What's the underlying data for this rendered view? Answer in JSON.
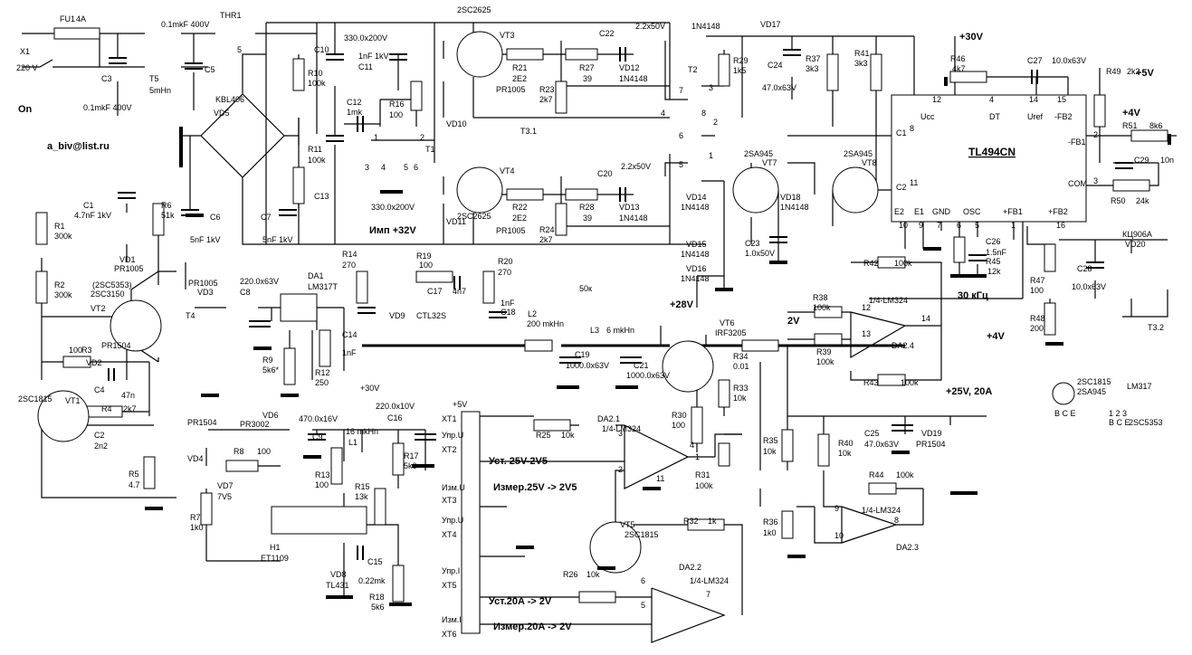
{
  "email": "a_biv@list.ru",
  "mains": {
    "connector": "X1",
    "voltage": "220 V",
    "switch": "On",
    "fuse": "FU1",
    "fuse_rating": "4A"
  },
  "labels": [
    {
      "id": "C3a",
      "text": "0.1mkF 400V"
    },
    {
      "id": "C3",
      "text": "C3"
    },
    {
      "id": "C3b",
      "text": "0.1mkF 400V"
    },
    {
      "id": "T5",
      "text": "T5"
    },
    {
      "id": "T5v",
      "text": "5mHn"
    },
    {
      "id": "C5",
      "text": "C5"
    },
    {
      "id": "THR1",
      "text": "THR1"
    },
    {
      "id": "THR1v",
      "text": "5"
    },
    {
      "id": "KBL",
      "text": "KBL406"
    },
    {
      "id": "VD5",
      "text": "VD5"
    },
    {
      "id": "C6",
      "text": "C6"
    },
    {
      "id": "C6v",
      "text": "5nF 1kV"
    },
    {
      "id": "C7",
      "text": "C7"
    },
    {
      "id": "C7v",
      "text": "5nF 1kV"
    },
    {
      "id": "C10",
      "text": "C10"
    },
    {
      "id": "C10v",
      "text": "330.0x200V"
    },
    {
      "id": "R10",
      "text": "R10"
    },
    {
      "id": "R10v",
      "text": "100k"
    },
    {
      "id": "R11",
      "text": "R11"
    },
    {
      "id": "R11v",
      "text": "100k"
    },
    {
      "id": "C13",
      "text": "C13"
    },
    {
      "id": "C11v",
      "text": "1nF 1kV"
    },
    {
      "id": "C11",
      "text": "C11"
    },
    {
      "id": "C12",
      "text": "C12"
    },
    {
      "id": "C12v",
      "text": "1mk"
    },
    {
      "id": "R16",
      "text": "R16"
    },
    {
      "id": "R16v",
      "text": "100"
    },
    {
      "id": "T1",
      "text": "T1"
    },
    {
      "id": "T1p1",
      "text": "1"
    },
    {
      "id": "T1p2",
      "text": "2"
    },
    {
      "id": "T1p3",
      "text": "3"
    },
    {
      "id": "T1p4",
      "text": "4"
    },
    {
      "id": "T1p5",
      "text": "5"
    },
    {
      "id": "T1p6",
      "text": "6"
    },
    {
      "id": "C13v",
      "text": "330.0x200V"
    },
    {
      "id": "imp",
      "text": "Имп +32V"
    },
    {
      "id": "VT3m",
      "text": "2SC2625"
    },
    {
      "id": "VT3",
      "text": "VT3"
    },
    {
      "id": "VT3p",
      "text": "PR1005"
    },
    {
      "id": "VT4",
      "text": "VT4"
    },
    {
      "id": "VT4m",
      "text": "2SC2625"
    },
    {
      "id": "VT4p",
      "text": "PR1005"
    },
    {
      "id": "VD10",
      "text": "VD10"
    },
    {
      "id": "VD11",
      "text": "VD11"
    },
    {
      "id": "R21",
      "text": "R21"
    },
    {
      "id": "R21v",
      "text": "2E2"
    },
    {
      "id": "R22",
      "text": "R22"
    },
    {
      "id": "R22v",
      "text": "2E2"
    },
    {
      "id": "R23",
      "text": "R23"
    },
    {
      "id": "R23v",
      "text": "2k7"
    },
    {
      "id": "R24",
      "text": "R24"
    },
    {
      "id": "R24v",
      "text": "2k7"
    },
    {
      "id": "R27",
      "text": "R27"
    },
    {
      "id": "R27v",
      "text": "39"
    },
    {
      "id": "R28",
      "text": "R28"
    },
    {
      "id": "R28v",
      "text": "39"
    },
    {
      "id": "C22",
      "text": "C22"
    },
    {
      "id": "C22v",
      "text": "2.2x50V"
    },
    {
      "id": "C20",
      "text": "C20"
    },
    {
      "id": "C20v",
      "text": "2.2x50V"
    },
    {
      "id": "VD12",
      "text": "VD12"
    },
    {
      "id": "VD12m",
      "text": "1N4148"
    },
    {
      "id": "VD13",
      "text": "VD13"
    },
    {
      "id": "VD13m",
      "text": "1N4148"
    },
    {
      "id": "T31",
      "text": "T3.1"
    },
    {
      "id": "T2",
      "text": "T2"
    },
    {
      "id": "T2p7",
      "text": "7"
    },
    {
      "id": "T2p4",
      "text": "4"
    },
    {
      "id": "T2p6",
      "text": "6"
    },
    {
      "id": "T2p5",
      "text": "5"
    },
    {
      "id": "T2p3",
      "text": "3"
    },
    {
      "id": "T2p2",
      "text": "2"
    },
    {
      "id": "T2p1",
      "text": "1"
    },
    {
      "id": "T2p8",
      "text": "8"
    },
    {
      "id": "D1N",
      "text": "1N4148"
    },
    {
      "id": "VD17",
      "text": "VD17"
    },
    {
      "id": "v30",
      "text": "+30V"
    },
    {
      "id": "R29",
      "text": "R29"
    },
    {
      "id": "R29v",
      "text": "1k5"
    },
    {
      "id": "C24",
      "text": "C24"
    },
    {
      "id": "C24v",
      "text": "47.0x63V"
    },
    {
      "id": "R37",
      "text": "R37"
    },
    {
      "id": "R37v",
      "text": "3k3"
    },
    {
      "id": "R41",
      "text": "R41"
    },
    {
      "id": "R41v",
      "text": "3k3"
    },
    {
      "id": "VT7",
      "text": "VT7"
    },
    {
      "id": "VT7m",
      "text": "2SA945"
    },
    {
      "id": "VT8",
      "text": "VT8"
    },
    {
      "id": "VT8m",
      "text": "2SA945"
    },
    {
      "id": "VD14",
      "text": "VD14"
    },
    {
      "id": "VD14m",
      "text": "1N4148"
    },
    {
      "id": "VD15",
      "text": "VD15"
    },
    {
      "id": "VD15m",
      "text": "1N4148"
    },
    {
      "id": "VD16",
      "text": "VD16"
    },
    {
      "id": "VD16m",
      "text": "1N4148"
    },
    {
      "id": "VD18",
      "text": "VD18"
    },
    {
      "id": "VD18m",
      "text": "1N4148"
    },
    {
      "id": "C23",
      "text": "C23"
    },
    {
      "id": "C23v",
      "text": "1.0x50V"
    },
    {
      "id": "R46",
      "text": "R46"
    },
    {
      "id": "R46v",
      "text": "4k7"
    },
    {
      "id": "C27",
      "text": "C27"
    },
    {
      "id": "C27v",
      "text": "10.0x63V"
    },
    {
      "id": "v5",
      "text": "+5V"
    },
    {
      "id": "R49",
      "text": "R49"
    },
    {
      "id": "R49v",
      "text": "2k2"
    },
    {
      "id": "v4a",
      "text": "+4V"
    },
    {
      "id": "R51",
      "text": "R51"
    },
    {
      "id": "R51v",
      "text": "8k6"
    },
    {
      "id": "C29",
      "text": "C29"
    },
    {
      "id": "C29v",
      "text": "10n"
    },
    {
      "id": "R50",
      "text": "R50"
    },
    {
      "id": "R50v",
      "text": "24k"
    },
    {
      "id": "TL",
      "text": "TL494CN"
    },
    {
      "id": "p12",
      "text": "12"
    },
    {
      "id": "p4",
      "text": "4"
    },
    {
      "id": "p14",
      "text": "14"
    },
    {
      "id": "p15",
      "text": "15"
    },
    {
      "id": "p8",
      "text": "8"
    },
    {
      "id": "p11",
      "text": "11"
    },
    {
      "id": "p2",
      "text": "2"
    },
    {
      "id": "p3",
      "text": "3"
    },
    {
      "id": "p10",
      "text": "10"
    },
    {
      "id": "p9",
      "text": "9"
    },
    {
      "id": "p7",
      "text": "7"
    },
    {
      "id": "p6",
      "text": "6"
    },
    {
      "id": "p5",
      "text": "5"
    },
    {
      "id": "p1",
      "text": "1"
    },
    {
      "id": "p16",
      "text": "16"
    },
    {
      "id": "Ucc",
      "text": "Ucc"
    },
    {
      "id": "DT",
      "text": "DT"
    },
    {
      "id": "Uref",
      "text": "Uref"
    },
    {
      "id": "FB2m",
      "text": "-FB2"
    },
    {
      "id": "C1p",
      "text": "C1"
    },
    {
      "id": "C2p",
      "text": "C2"
    },
    {
      "id": "FB1m",
      "text": "-FB1"
    },
    {
      "id": "COM",
      "text": "COM"
    },
    {
      "id": "E2",
      "text": "E2"
    },
    {
      "id": "E1",
      "text": "E1"
    },
    {
      "id": "GND",
      "text": "GND"
    },
    {
      "id": "OSC",
      "text": "OSC"
    },
    {
      "id": "FB1p",
      "text": "+FB1"
    },
    {
      "id": "FB2p",
      "text": "+FB2"
    },
    {
      "id": "R45",
      "text": "R45"
    },
    {
      "id": "R45v",
      "text": "12k"
    },
    {
      "id": "C26",
      "text": "C26"
    },
    {
      "id": "C26v",
      "text": "1.5nF"
    },
    {
      "id": "khz",
      "text": "30 кГц"
    },
    {
      "id": "R47",
      "text": "R47"
    },
    {
      "id": "R47v",
      "text": "100"
    },
    {
      "id": "R48",
      "text": "R48"
    },
    {
      "id": "R48v",
      "text": "200"
    },
    {
      "id": "C28",
      "text": "C28"
    },
    {
      "id": "C28v",
      "text": "10.0x63V"
    },
    {
      "id": "KC",
      "text": "КЦ906А"
    },
    {
      "id": "VD20",
      "text": "VD20"
    },
    {
      "id": "T32",
      "text": "T3.2"
    },
    {
      "id": "R42",
      "text": "R42"
    },
    {
      "id": "R42v",
      "text": "100k"
    },
    {
      "id": "R38",
      "text": "R38"
    },
    {
      "id": "R38v",
      "text": "100k"
    },
    {
      "id": "R39",
      "text": "R39"
    },
    {
      "id": "R39v",
      "text": "100k"
    },
    {
      "id": "R43",
      "text": "R43"
    },
    {
      "id": "R43v",
      "text": "100k"
    },
    {
      "id": "DA24m",
      "text": "1/4-LM324"
    },
    {
      "id": "DA24",
      "text": "DA2.4"
    },
    {
      "id": "q12",
      "text": "12"
    },
    {
      "id": "q13",
      "text": "13"
    },
    {
      "id": "q14",
      "text": "14"
    },
    {
      "id": "v2",
      "text": "2V"
    },
    {
      "id": "v4b",
      "text": "+4V"
    },
    {
      "id": "VT1m1",
      "text": "2SC1815"
    },
    {
      "id": "VT1",
      "text": "VT1"
    },
    {
      "id": "R1",
      "text": "R1"
    },
    {
      "id": "R1v",
      "text": "300k"
    },
    {
      "id": "R2",
      "text": "R2"
    },
    {
      "id": "R2v",
      "text": "300k"
    },
    {
      "id": "C1",
      "text": "C1"
    },
    {
      "id": "C1v",
      "text": "4.7nF 1kV"
    },
    {
      "id": "R6",
      "text": "R6"
    },
    {
      "id": "R6v",
      "text": "51k"
    },
    {
      "id": "VD1",
      "text": "VD1"
    },
    {
      "id": "VD1m",
      "text": "PR1005"
    },
    {
      "id": "VT2a",
      "text": "(2SC5353)"
    },
    {
      "id": "VT2b",
      "text": "2SC3150"
    },
    {
      "id": "VT2",
      "text": "VT2"
    },
    {
      "id": "T4",
      "text": "T4"
    },
    {
      "id": "R3",
      "text": "R3"
    },
    {
      "id": "R3v",
      "text": "100"
    },
    {
      "id": "VD2",
      "text": "VD2"
    },
    {
      "id": "VD2m",
      "text": "PR1504"
    },
    {
      "id": "C4",
      "text": "C4"
    },
    {
      "id": "C4v",
      "text": "47n"
    },
    {
      "id": "R4",
      "text": "R4"
    },
    {
      "id": "R4v",
      "text": "2k7"
    },
    {
      "id": "C2",
      "text": "C2"
    },
    {
      "id": "C2v",
      "text": "2n2"
    },
    {
      "id": "R5",
      "text": "R5"
    },
    {
      "id": "R5v",
      "text": "4.7"
    },
    {
      "id": "VD4m",
      "text": "PR1504"
    },
    {
      "id": "VD4",
      "text": "VD4"
    },
    {
      "id": "R8",
      "text": "R8"
    },
    {
      "id": "R8v",
      "text": "100"
    },
    {
      "id": "VD7",
      "text": "VD7"
    },
    {
      "id": "VD7v",
      "text": "7V5"
    },
    {
      "id": "R7",
      "text": "R7"
    },
    {
      "id": "R7v",
      "text": "1k0"
    },
    {
      "id": "H1",
      "text": "H1"
    },
    {
      "id": "H1m",
      "text": "ET1109"
    },
    {
      "id": "VD3m",
      "text": "PR1005"
    },
    {
      "id": "VD3",
      "text": "VD3"
    },
    {
      "id": "C8v",
      "text": "220.0x63V"
    },
    {
      "id": "C8",
      "text": "C8"
    },
    {
      "id": "DA1",
      "text": "DA1"
    },
    {
      "id": "DA1m",
      "text": "LM317T"
    },
    {
      "id": "R9",
      "text": "R9"
    },
    {
      "id": "R9v",
      "text": "5k6*"
    },
    {
      "id": "R12",
      "text": "R12"
    },
    {
      "id": "R12v",
      "text": "250"
    },
    {
      "id": "v30b",
      "text": "+30V"
    },
    {
      "id": "VD6",
      "text": "VD6"
    },
    {
      "id": "VD6m",
      "text": "PR3002"
    },
    {
      "id": "C9v",
      "text": "470.0x16V"
    },
    {
      "id": "C9",
      "text": "C9"
    },
    {
      "id": "L1v",
      "text": "16 mkHn"
    },
    {
      "id": "L1",
      "text": "L1"
    },
    {
      "id": "C16v",
      "text": "220.0x10V"
    },
    {
      "id": "C16",
      "text": "C16"
    },
    {
      "id": "R13",
      "text": "R13"
    },
    {
      "id": "R13v",
      "text": "100"
    },
    {
      "id": "R17",
      "text": "R17"
    },
    {
      "id": "R17v",
      "text": "5k6"
    },
    {
      "id": "R15",
      "text": "R15"
    },
    {
      "id": "R15v",
      "text": "13k"
    },
    {
      "id": "C15",
      "text": "C15"
    },
    {
      "id": "C15v",
      "text": "0.22mk"
    },
    {
      "id": "VD8",
      "text": "VD8"
    },
    {
      "id": "VD8m",
      "text": "TL431"
    },
    {
      "id": "R18",
      "text": "R18"
    },
    {
      "id": "R18v",
      "text": "5k6"
    },
    {
      "id": "R14",
      "text": "R14"
    },
    {
      "id": "R14v",
      "text": "270"
    },
    {
      "id": "C14",
      "text": "C14"
    },
    {
      "id": "C14v",
      "text": "1nF"
    },
    {
      "id": "R19",
      "text": "R19"
    },
    {
      "id": "R19v",
      "text": "100"
    },
    {
      "id": "C17",
      "text": "C17"
    },
    {
      "id": "C17v",
      "text": "4n7"
    },
    {
      "id": "VD9",
      "text": "VD9"
    },
    {
      "id": "VD9m",
      "text": "CTL32S"
    },
    {
      "id": "R20",
      "text": "R20"
    },
    {
      "id": "R20v",
      "text": "270"
    },
    {
      "id": "C18v",
      "text": "1nF"
    },
    {
      "id": "C18",
      "text": "C18"
    },
    {
      "id": "L2",
      "text": "L2"
    },
    {
      "id": "L2v",
      "text": "200 mkHn"
    },
    {
      "id": "L3",
      "text": "L3"
    },
    {
      "id": "L3v",
      "text": "6 mkHn"
    },
    {
      "id": "C19",
      "text": "C19"
    },
    {
      "id": "C19v",
      "text": "1000.0x63V"
    },
    {
      "id": "C21",
      "text": "C21"
    },
    {
      "id": "C21v",
      "text": "1000.0x63V"
    },
    {
      "id": "k50",
      "text": "50к"
    },
    {
      "id": "v28",
      "text": "+28V"
    },
    {
      "id": "VT6",
      "text": "VT6"
    },
    {
      "id": "VT6m",
      "text": "IRF3205"
    },
    {
      "id": "R34",
      "text": "R34"
    },
    {
      "id": "R34v",
      "text": "0.01"
    },
    {
      "id": "R30",
      "text": "R30"
    },
    {
      "id": "R30v",
      "text": "100"
    },
    {
      "id": "R33",
      "text": "R33"
    },
    {
      "id": "R33v",
      "text": "10k"
    },
    {
      "id": "R31",
      "text": "R31"
    },
    {
      "id": "R31v",
      "text": "100k"
    },
    {
      "id": "out",
      "text": "+25V, 20A"
    },
    {
      "id": "R35",
      "text": "R35"
    },
    {
      "id": "R35v",
      "text": "10k"
    },
    {
      "id": "R36",
      "text": "R36"
    },
    {
      "id": "R36v",
      "text": "1k0"
    },
    {
      "id": "R40",
      "text": "R40"
    },
    {
      "id": "R40v",
      "text": "10k"
    },
    {
      "id": "C25",
      "text": "C25"
    },
    {
      "id": "C25v",
      "text": "47.0x63V"
    },
    {
      "id": "VD19",
      "text": "VD19"
    },
    {
      "id": "VD19m",
      "text": "PR1504"
    },
    {
      "id": "R44",
      "text": "R44"
    },
    {
      "id": "R44v",
      "text": "100k"
    },
    {
      "id": "DA23m",
      "text": "1/4-LM324"
    },
    {
      "id": "DA23",
      "text": "DA2.3"
    },
    {
      "id": "s9",
      "text": "9"
    },
    {
      "id": "s10",
      "text": "10"
    },
    {
      "id": "s8",
      "text": "8"
    },
    {
      "id": "xt5v",
      "text": "+5V"
    },
    {
      "id": "XT1",
      "text": "XT1"
    },
    {
      "id": "XT2a",
      "text": "Упр.U"
    },
    {
      "id": "XT2",
      "text": "XT2"
    },
    {
      "id": "XT3a",
      "text": "Изм.U"
    },
    {
      "id": "XT3",
      "text": "XT3"
    },
    {
      "id": "XT4a",
      "text": "Упр.U"
    },
    {
      "id": "XT4",
      "text": "XT4"
    },
    {
      "id": "XT5a",
      "text": "Упр.I"
    },
    {
      "id": "XT5",
      "text": "XT5"
    },
    {
      "id": "XT6a",
      "text": "Изм.I"
    },
    {
      "id": "XT6",
      "text": "XT6"
    },
    {
      "id": "R25",
      "text": "R25"
    },
    {
      "id": "R25v",
      "text": "10k"
    },
    {
      "id": "DA21",
      "text": "DA2.1"
    },
    {
      "id": "DA21m",
      "text": "1/4-LM324"
    },
    {
      "id": "a3",
      "text": "3"
    },
    {
      "id": "a2",
      "text": "2"
    },
    {
      "id": "a4",
      "text": "4"
    },
    {
      "id": "a1",
      "text": "1"
    },
    {
      "id": "a11",
      "text": "11"
    },
    {
      "id": "ust25",
      "text": "Уст. 25V-2V5"
    },
    {
      "id": "izm25",
      "text": "Измер.25V -> 2V5"
    },
    {
      "id": "VT5",
      "text": "VT5"
    },
    {
      "id": "VT5m",
      "text": "2SC1815"
    },
    {
      "id": "R32",
      "text": "R32"
    },
    {
      "id": "R32v",
      "text": "1k"
    },
    {
      "id": "DA22",
      "text": "DA2.2"
    },
    {
      "id": "DA22m",
      "text": "1/4-LM324"
    },
    {
      "id": "R26",
      "text": "R26"
    },
    {
      "id": "R26v",
      "text": "10k"
    },
    {
      "id": "b6",
      "text": "6"
    },
    {
      "id": "b5",
      "text": "5"
    },
    {
      "id": "b7",
      "text": "7"
    },
    {
      "id": "ust20",
      "text": "Уст.20A -> 2V"
    },
    {
      "id": "izm20",
      "text": "Измер.20A -> 2V"
    },
    {
      "id": "pk1",
      "text": "2SC1815"
    },
    {
      "id": "pk2",
      "text": "2SA945"
    },
    {
      "id": "pk3",
      "text": "B C E"
    },
    {
      "id": "pk4",
      "text": "LM317"
    },
    {
      "id": "pk5",
      "text": "1 2 3"
    },
    {
      "id": "pk6",
      "text": "B C E"
    },
    {
      "id": "pk7",
      "text": "2SC5353"
    }
  ]
}
